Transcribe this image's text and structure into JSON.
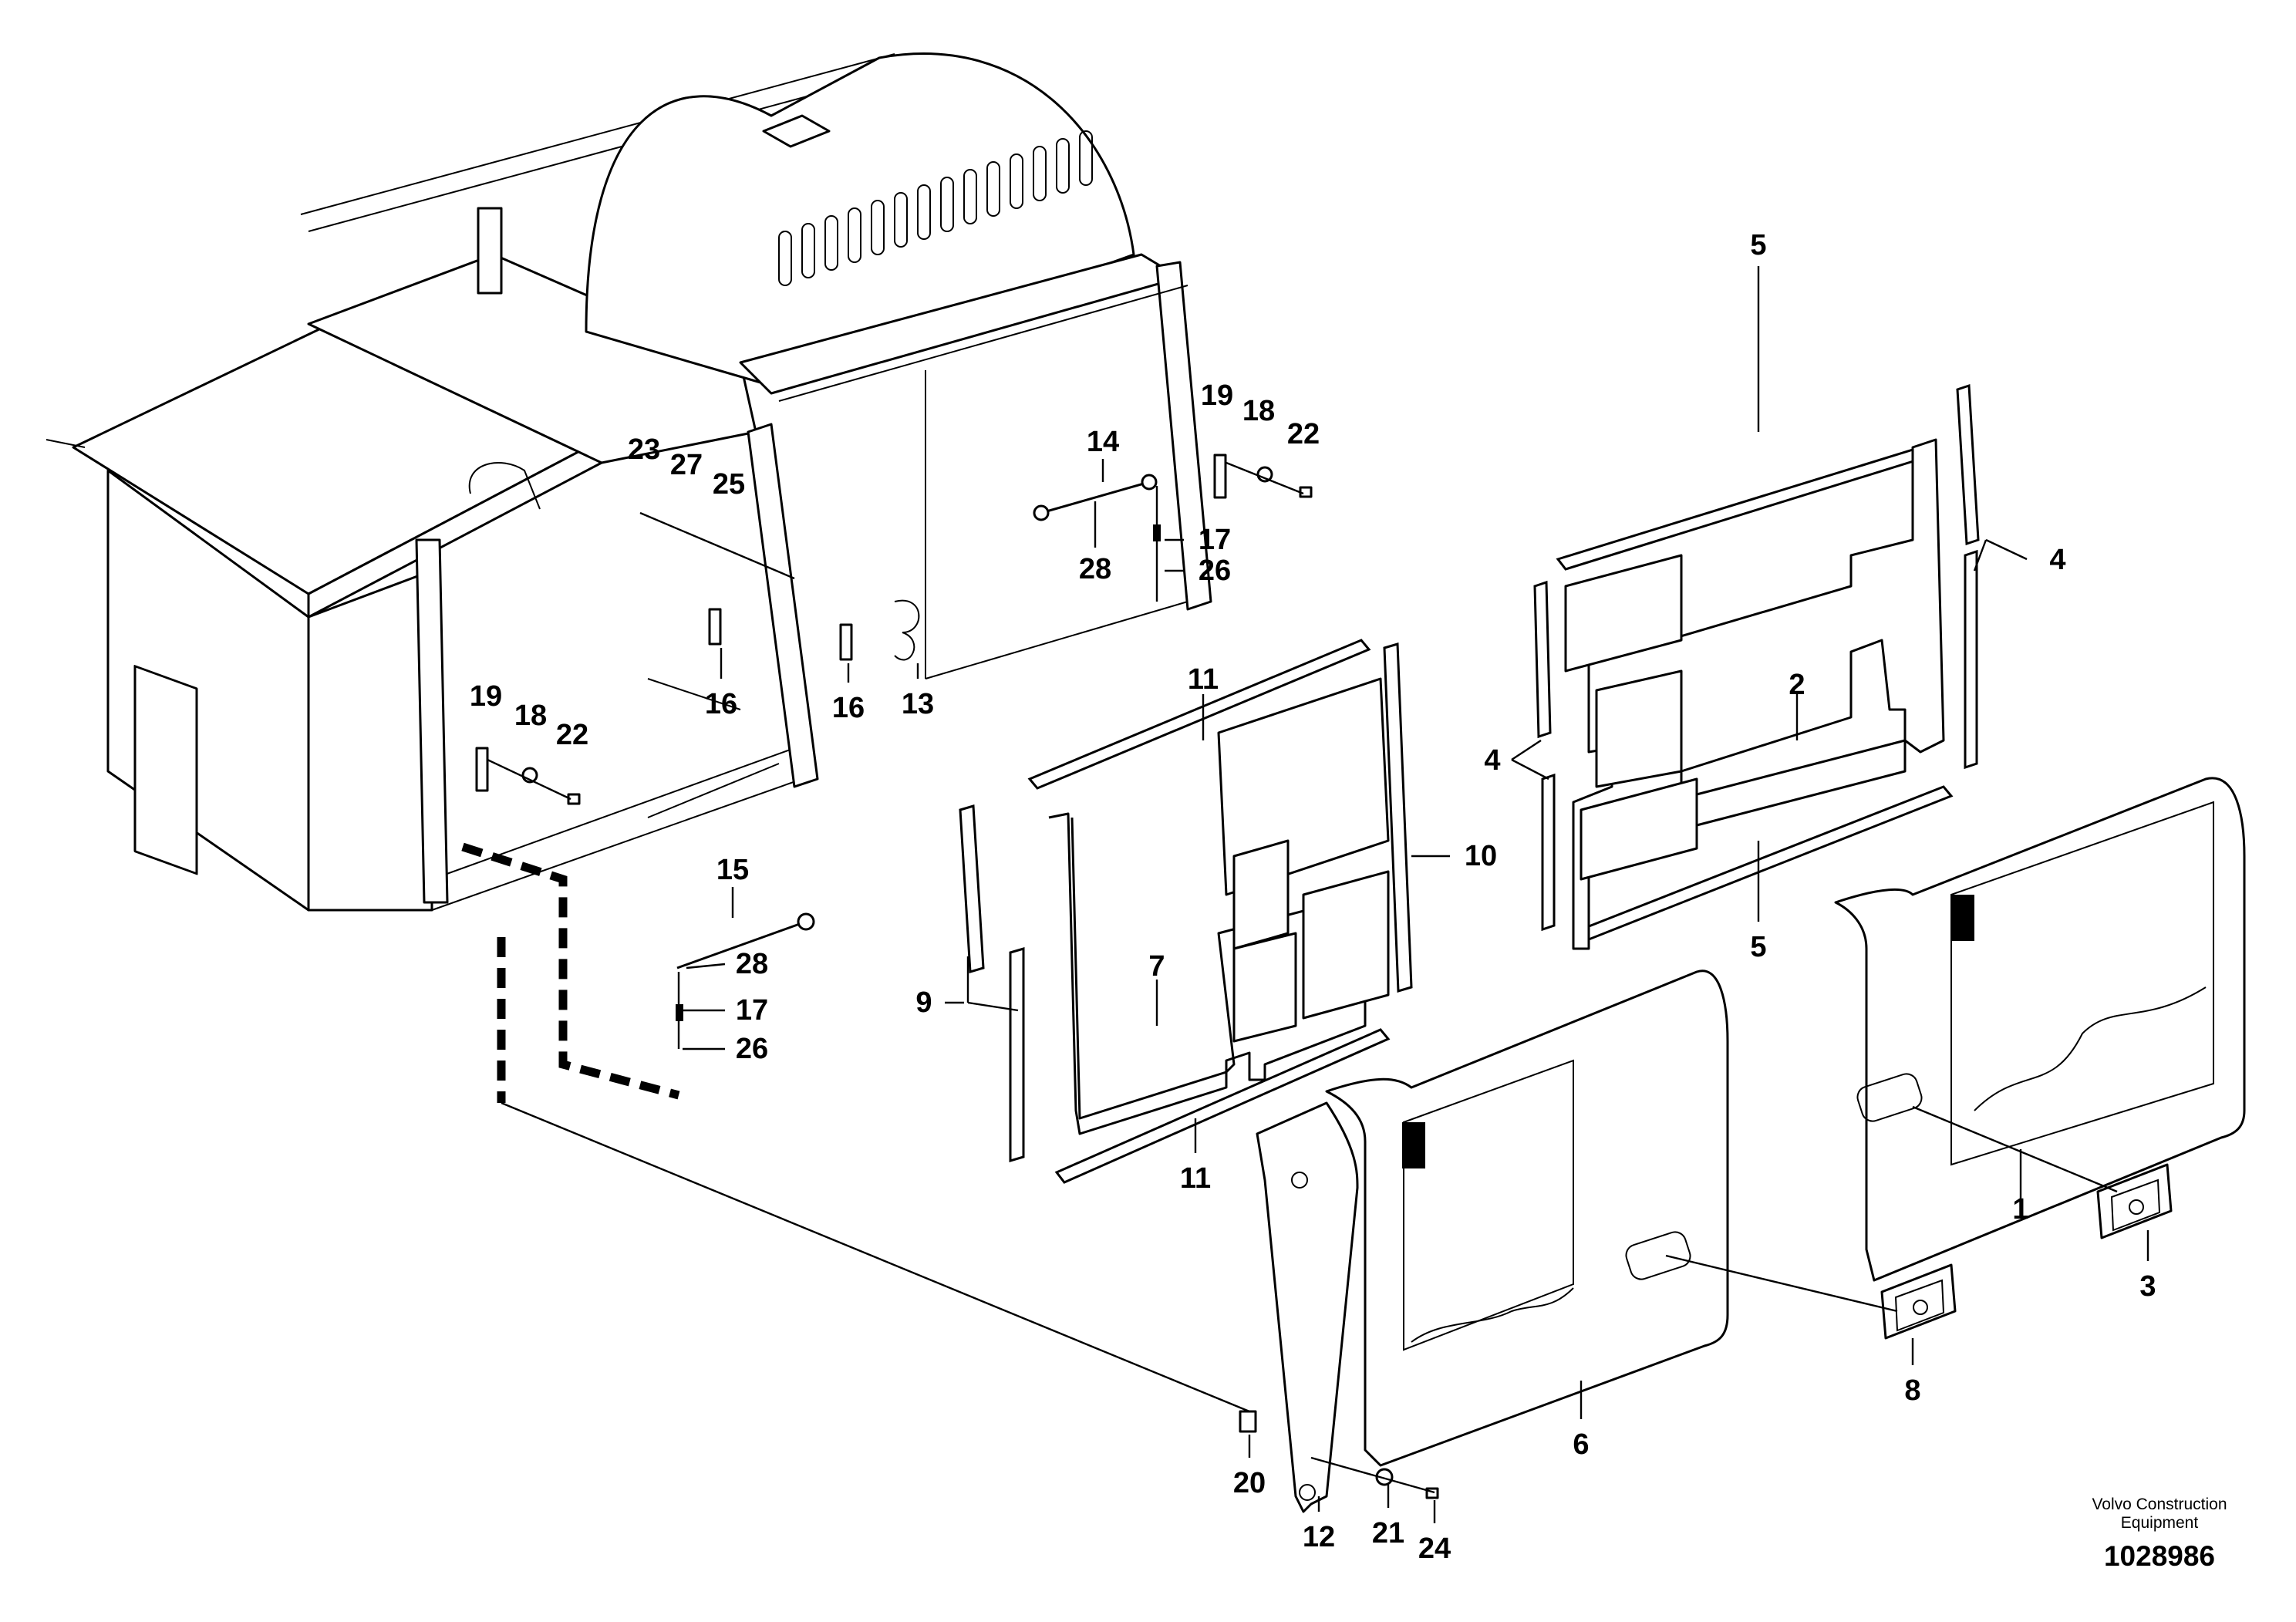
{
  "diagram": {
    "callouts": [
      "1",
      "2",
      "3",
      "4",
      "4",
      "5",
      "5",
      "6",
      "7",
      "8",
      "9",
      "10",
      "11",
      "11",
      "12",
      "13",
      "14",
      "15",
      "16",
      "16",
      "17",
      "17",
      "18",
      "18",
      "19",
      "19",
      "20",
      "21",
      "22",
      "22",
      "23",
      "24",
      "25",
      "26",
      "26",
      "27",
      "28",
      "28"
    ],
    "footer": {
      "brand_line1": "Volvo Construction",
      "brand_line2": "Equipment",
      "document_number": "1028986"
    }
  }
}
